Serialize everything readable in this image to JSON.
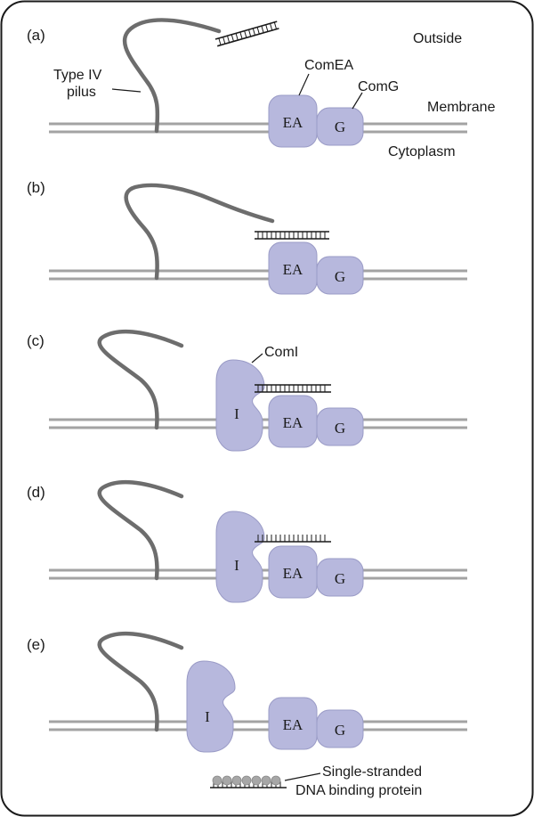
{
  "panels": [
    {
      "id": "a",
      "label": "(a)"
    },
    {
      "id": "b",
      "label": "(b)"
    },
    {
      "id": "c",
      "label": "(c)"
    },
    {
      "id": "d",
      "label": "(d)"
    },
    {
      "id": "e",
      "label": "(e)"
    }
  ],
  "labels": {
    "outside": "Outside",
    "membrane": "Membrane",
    "cytoplasm": "Cytoplasm",
    "pilus_line1": "Type IV",
    "pilus_line2": "pilus",
    "comea": "ComEA",
    "comg": "ComG",
    "comi": "ComI",
    "ssb_line1": "Single-stranded",
    "ssb_line2": "DNA binding protein"
  },
  "proteins": {
    "ea": "EA",
    "g": "G",
    "i": "I"
  },
  "colors": {
    "protein_fill": "#b7b8dd",
    "membrane": "#a3a3a3",
    "pilus": "#6d6d6d",
    "frame": "#1a1a1a"
  }
}
